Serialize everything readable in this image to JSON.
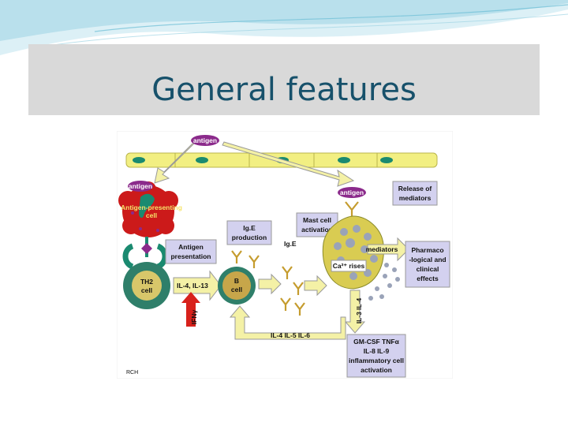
{
  "slide": {
    "title": "General features"
  },
  "figure": {
    "labels": {
      "antigen_top": "antigen",
      "antigen_left": "antigen",
      "antigen_right": "antigen",
      "apc_line1": "Antigen-presenting",
      "apc_line2": "cell",
      "antigen_presentation_line1": "Antigen",
      "antigen_presentation_line2": "presentation",
      "th2_line1": "TH2",
      "th2_line2": "cell",
      "il4_il13": "IL-4, IL-13",
      "ifn": "IFNγ",
      "b_line1": "B",
      "b_line2": "cell",
      "ige_production_line1": "Ig.E",
      "ige_production_line2": "production",
      "ige": "Ig.E",
      "mast_cell_line1": "Mast cell",
      "mast_cell_line2": "activation",
      "release_line1": "Release of",
      "release_line2": "mediators",
      "mediators": "mediators",
      "ca_rises": "Ca²⁺ rises",
      "pharmaco_line1": "Pharmaco",
      "pharmaco_line2": "-logical and",
      "pharmaco_line3": "clinical",
      "pharmaco_line4": "effects",
      "il3_il4": "IL-3  IL-4",
      "il4_il5_il6": "IL-4   IL-5   IL-6",
      "cytokines_line1": "GM-CSF TNFα",
      "cytokines_line2": "IL-8 IL-9",
      "cytokines_line3": "inflammatory cell",
      "cytokines_line4": "activation",
      "credit": "RCH"
    },
    "colors": {
      "epithelium": "#f2ef82",
      "antigen": "#8b2a8b",
      "apc": "#cc1a1a",
      "th2": "#2f7f6a",
      "b_cell": "#c7a64a",
      "mast_cell": "#d9cc52",
      "label_box": "#d3d1ef",
      "arrow": "#f4f1a6",
      "ifn_arrow": "#d8211b"
    }
  }
}
